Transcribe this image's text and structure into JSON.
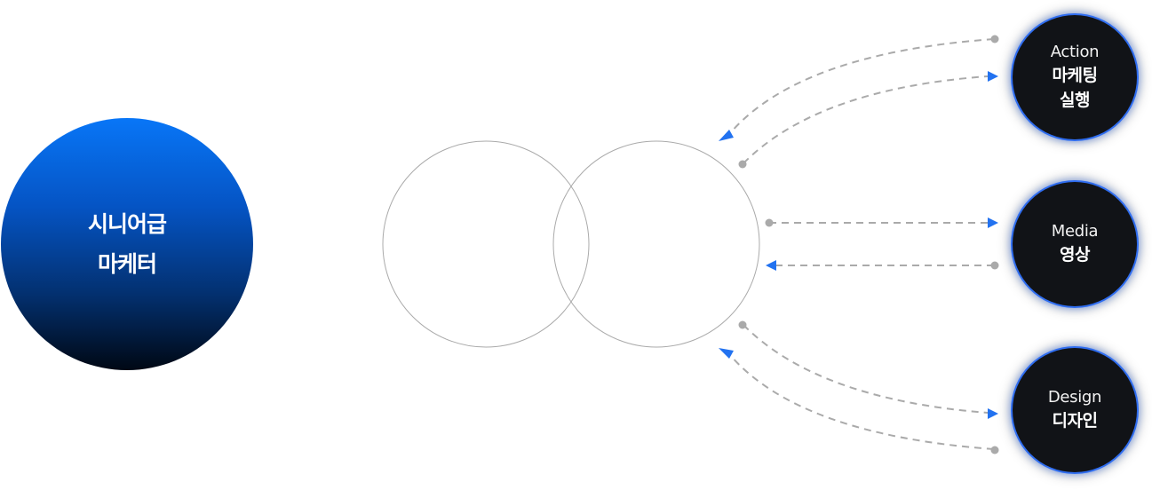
{
  "main_node": {
    "line1": "시니어급",
    "line2": "마케터",
    "gradient_top": "#0876f7",
    "gradient_bottom": "#000814"
  },
  "venn": {
    "circle_count": 2,
    "stroke_color": "#aaaaaa"
  },
  "nodes": [
    {
      "id": "action",
      "en": "Action",
      "ko_line1": "마케팅",
      "ko_line2": "실행"
    },
    {
      "id": "media",
      "en": "Media",
      "ko_line1": "영상",
      "ko_line2": ""
    },
    {
      "id": "design",
      "en": "Design",
      "ko_line1": "디자인",
      "ko_line2": ""
    }
  ],
  "colors": {
    "node_fill": "#111317",
    "node_border": "#2f6df0",
    "arrow_line": "#aaaaaa",
    "arrow_head": "#2272f0",
    "arrow_dot": "#aaaaaa"
  },
  "connections": [
    {
      "from": "action",
      "to": "venn",
      "style": "dashed"
    },
    {
      "from": "venn",
      "to": "action",
      "style": "dashed"
    },
    {
      "from": "venn",
      "to": "media",
      "style": "dashed"
    },
    {
      "from": "media",
      "to": "venn",
      "style": "dashed"
    },
    {
      "from": "venn",
      "to": "design",
      "style": "dashed"
    },
    {
      "from": "design",
      "to": "venn",
      "style": "dashed"
    }
  ]
}
